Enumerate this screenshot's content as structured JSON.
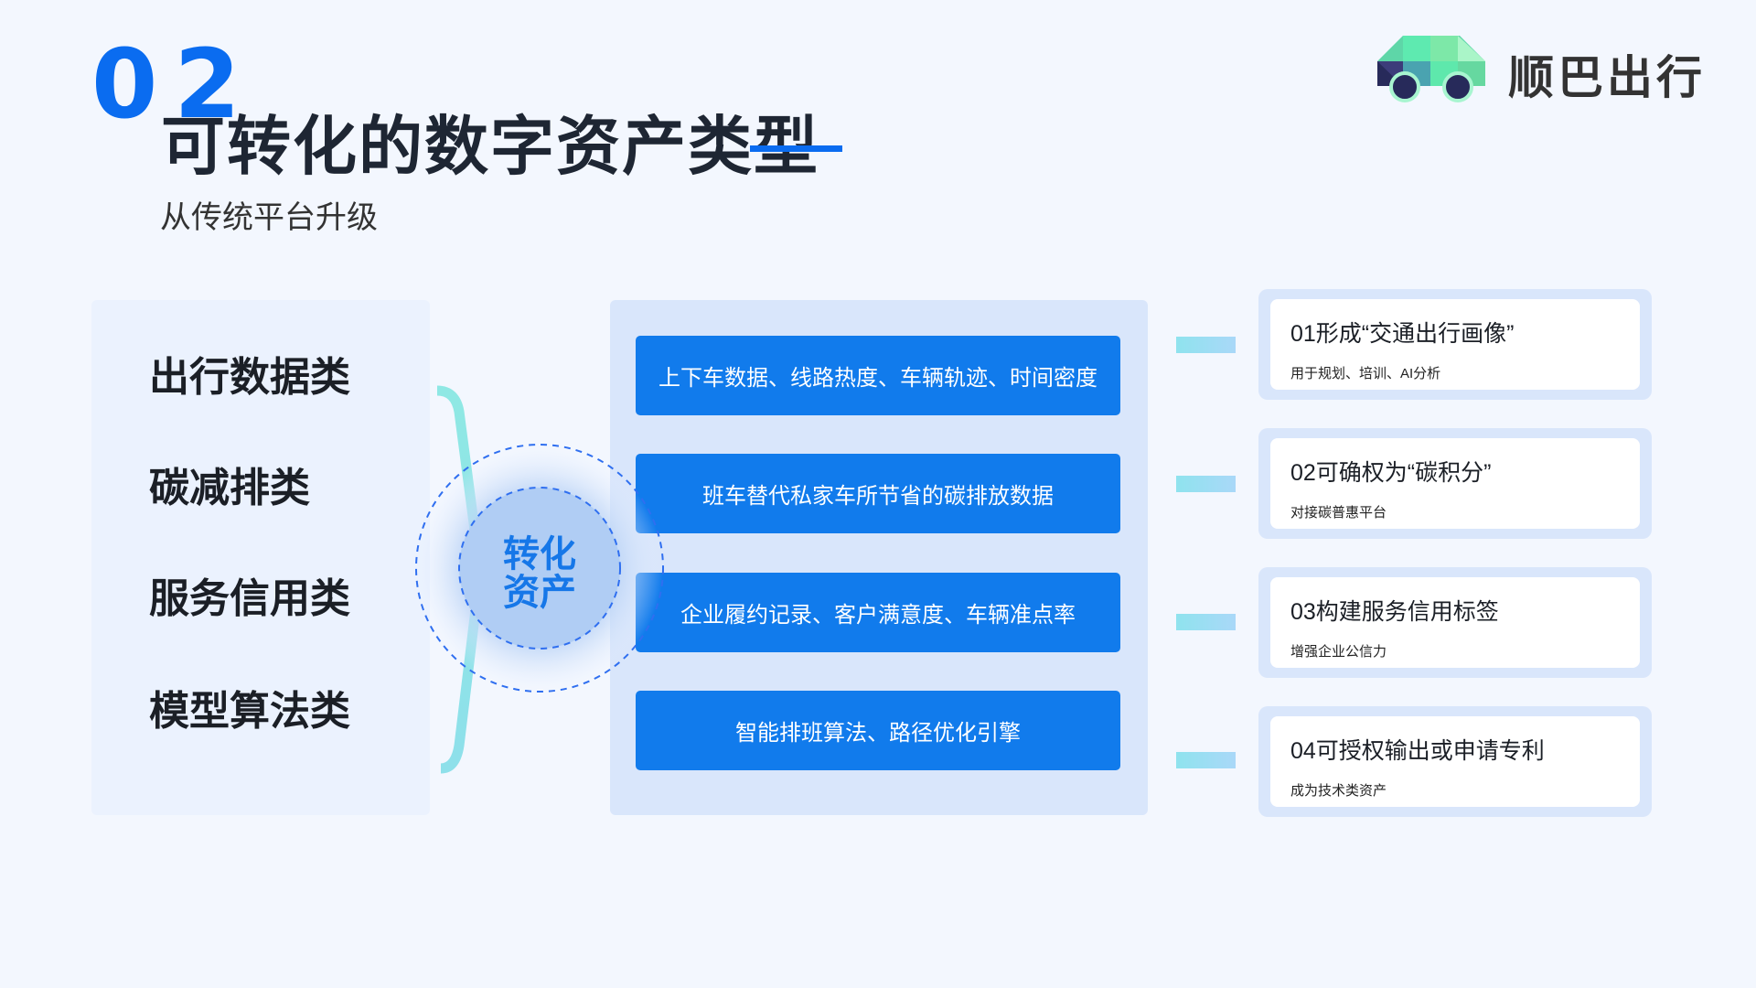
{
  "header": {
    "number": "02",
    "title": "可转化的数字资产类型",
    "subtitle": "从传统平台升级"
  },
  "logo": {
    "text": "顺巴出行"
  },
  "categories": [
    {
      "label": "出行数据类"
    },
    {
      "label": "碳减排类"
    },
    {
      "label": "服务信用类"
    },
    {
      "label": "模型算法类"
    }
  ],
  "center": {
    "line1": "转化",
    "line2": "资产"
  },
  "data_items": [
    {
      "text": "上下车数据、线路热度、车辆轨迹、时间密度"
    },
    {
      "text": "班车替代私家车所节省的碳排放数据"
    },
    {
      "text": "企业履约记录、客户满意度、车辆准点率"
    },
    {
      "text": "智能排班算法、路径优化引擎"
    }
  ],
  "outcomes": [
    {
      "title": "01形成“交通出行画像”",
      "desc": "用于规划、培训、AI分析"
    },
    {
      "title": "02可确权为“碳积分”",
      "desc": "对接碳普惠平台"
    },
    {
      "title": "03构建服务信用标签",
      "desc": "增强企业公信力"
    },
    {
      "title": "04可授权输出或申请专利",
      "desc": "成为技术类资产"
    }
  ],
  "colors": {
    "accent": "#0a6cf0",
    "box": "#117bec",
    "panel": "#d9e6fb",
    "bracket": "#8fe3ee"
  }
}
